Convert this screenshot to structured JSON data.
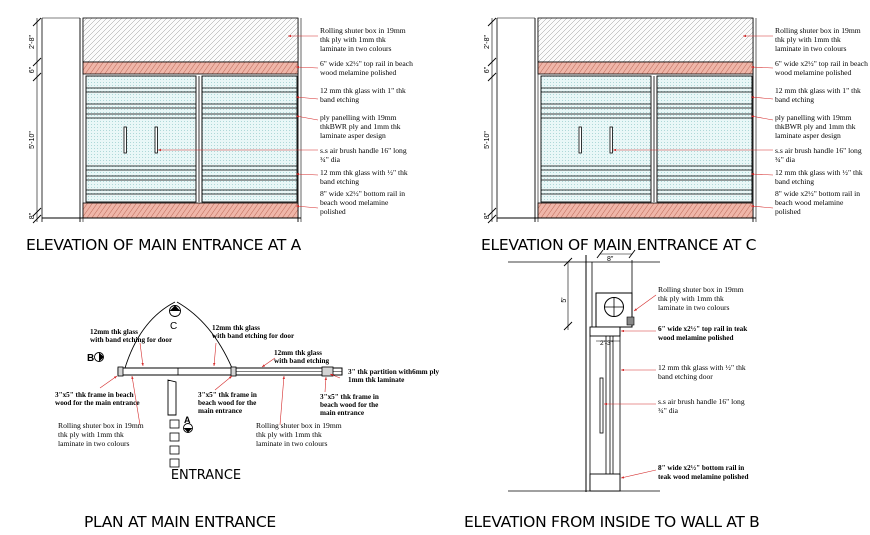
{
  "elevation_a": {
    "title": "ELEVATION OF MAIN ENTRANCE AT A",
    "notes": [
      [
        "Rolling shuter box in 19mm",
        "thk ply with 1mm thk",
        "laminate in two colours"
      ],
      [
        "6\" wide x2½\" top rail in beach",
        "wood melamine polished"
      ],
      [
        "12 mm thk glass with  1\" thk",
        "band etching"
      ],
      [
        "ply panelling with 19mm",
        "thkBWR ply and 1mm thk",
        "laminate asper design"
      ],
      [
        "s.s air brush handle 16\" long",
        "¾\" dia"
      ],
      [
        "12 mm thk glass with  ½\" thk",
        "band etching"
      ],
      [
        "8\" wide x2½\" bottom rail in",
        "beach wood melamine",
        "polished"
      ]
    ],
    "dims": [
      "2'-8\"",
      "6\"",
      "5'-10\"",
      "8\""
    ]
  },
  "elevation_c": {
    "title": "ELEVATION OF MAIN ENTRANCE AT C",
    "notes": [
      [
        "Rolling shuter box in 19mm",
        "thk ply with 1mm thk",
        "laminate in two colours"
      ],
      [
        "6\" wide x2½\" top rail in beach",
        "wood melamine polished"
      ],
      [
        "12 mm thk glass with  1\" thk",
        "band etching"
      ],
      [
        "ply panelling with 19mm",
        "thkBWR ply and 1mm thk",
        "laminate asper design"
      ],
      [
        "s.s air brush handle 16\" long",
        "¾\" dia"
      ],
      [
        "12 mm thk glass with  ½\" thk",
        "band etching"
      ],
      [
        "8\" wide x2½\" bottom rail in",
        "beach wood melamine",
        "polished"
      ]
    ],
    "dims": [
      "2'-8\"",
      "6\"",
      "5'-10\"",
      "8\""
    ]
  },
  "plan": {
    "title": "PLAN AT MAIN ENTRANCE",
    "entrance_label": "ENTRANCE",
    "marker_c": "C",
    "marker_b": "B",
    "marker_a": "A",
    "notes": {
      "glass_left": [
        "12mm thk glass",
        "with band etching for door"
      ],
      "glass_right": [
        "12mm thk glass",
        "with band etching for door"
      ],
      "glass_far": [
        "12mm thk glass",
        "with band etching"
      ],
      "partition": [
        "3\" thk partition with6mm ply",
        "1mm thk laminate"
      ],
      "frame_left": [
        "3\"x5\" thk frame in beach",
        "wood for the main entrance"
      ],
      "frame_mid": [
        "3\"x5\" thk frame in",
        "beach wood for the",
        "main entrance"
      ],
      "frame_right": [
        "3\"x5\" thk frame in",
        "beach wood for the",
        "main entrance"
      ],
      "shutter_left": [
        "Rolling shuter box in 19mm",
        "thk ply with 1mm thk",
        "laminate in two colours"
      ],
      "shutter_right": [
        "Rolling shuter box in 19mm",
        "thk ply with 1mm thk",
        "laminate in two colours"
      ]
    }
  },
  "elevation_b": {
    "title": "ELEVATION FROM INSIDE TO WALL AT B",
    "notes": {
      "shutter": [
        "Rolling shuter box in 19mm",
        "thk ply with 1mm thk",
        "laminate in two colours"
      ],
      "top_rail": [
        "6\" wide x2½\" top rail in teak",
        "wood melamine polished"
      ],
      "glass": [
        "12 mm thk glass with  ½\" thk",
        "band etching door"
      ],
      "handle": [
        "s.s air brush handle 16\" long",
        "¾\" dia"
      ],
      "bottom_rail": [
        "8\" wide x2½\" bottom rail in",
        "teak wood melamine polished"
      ]
    },
    "dims": [
      "8\"",
      "5'",
      "2'-3\""
    ]
  }
}
